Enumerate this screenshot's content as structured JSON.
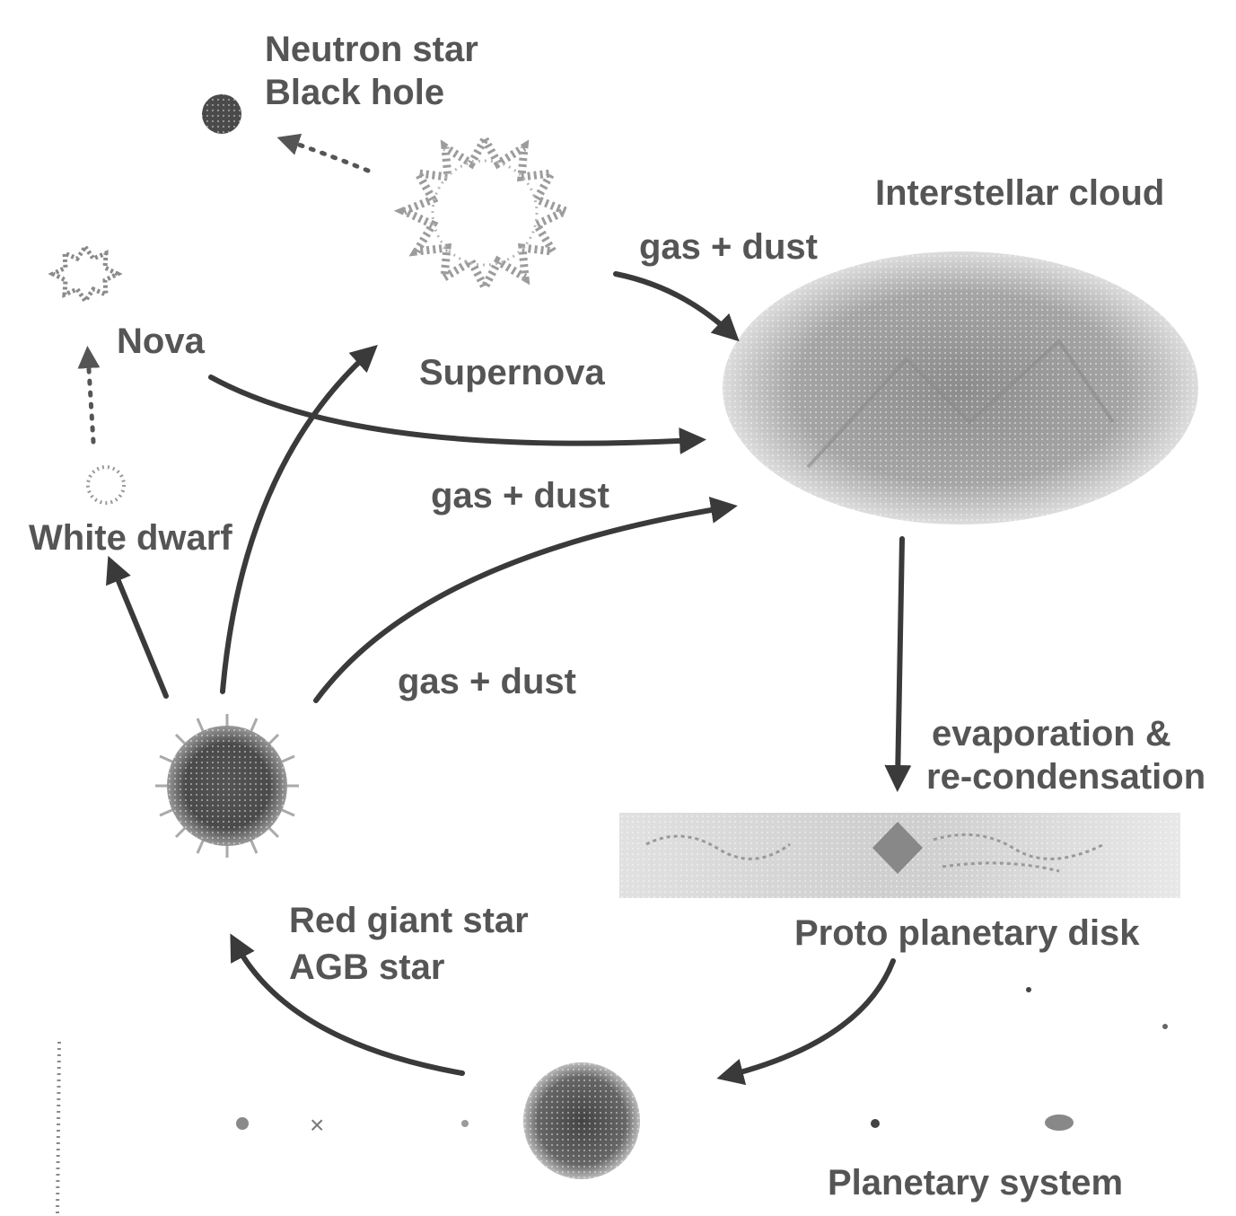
{
  "labels": {
    "neutron_star": "Neutron star",
    "black_hole": "Black hole",
    "interstellar_cloud": "Interstellar cloud",
    "gas_dust_supernova": "gas + dust",
    "nova": "Nova",
    "supernova": "Supernova",
    "gas_dust_nova": "gas + dust",
    "white_dwarf": "White dwarf",
    "gas_dust_red_giant": "gas + dust",
    "evaporation_line1": "evaporation &",
    "evaporation_line2": "re-condensation",
    "red_giant_line1": "Red giant star",
    "red_giant_line2": "AGB star",
    "protoplanetary_disk": "Proto planetary disk",
    "planetary_system": "Planetary system"
  },
  "colors": {
    "arrow": "#3a3a3a",
    "text": "#555555",
    "dark_body": "#444444",
    "cloud": "#9a9a9a"
  },
  "icons": [
    "black-hole-dot",
    "supernova-burst",
    "nova-burst",
    "white-dwarf-dot",
    "interstellar-cloud",
    "red-giant-star",
    "protoplanetary-disk",
    "sun-star",
    "planet-dots"
  ]
}
